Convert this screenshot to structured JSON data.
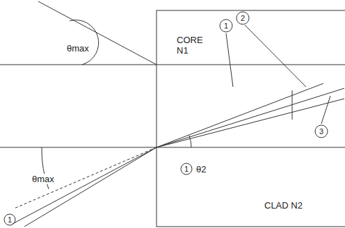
{
  "diagram": {
    "labels": [
      "θmax",
      "CORE N1",
      "1",
      "2",
      "3",
      "1",
      "θ2",
      "CLAD N2",
      "θmax",
      "1"
    ]
  }
}
